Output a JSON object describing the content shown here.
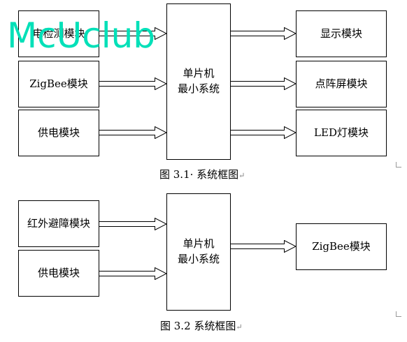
{
  "figure1": {
    "left_boxes": [
      "电检测模块",
      "ZigBee模块",
      "供电模块"
    ],
    "mcu_lines": [
      "单片机",
      "最小系统"
    ],
    "right_boxes": [
      "显示模块",
      "点阵屏模块",
      "LED灯模块"
    ],
    "caption": "图 3.1· 系统框图"
  },
  "figure2": {
    "left_boxes": [
      "红外避障模块",
      "供电模块"
    ],
    "mcu_lines": [
      "单片机",
      "最小系统"
    ],
    "right_boxes": [
      "ZigBee模块"
    ],
    "caption": "图 3.2 系统框图"
  },
  "watermark": "McUclub",
  "paragraph_mark": "↵",
  "colors": {
    "watermark": "#00e0b8",
    "lines": "#000000"
  }
}
